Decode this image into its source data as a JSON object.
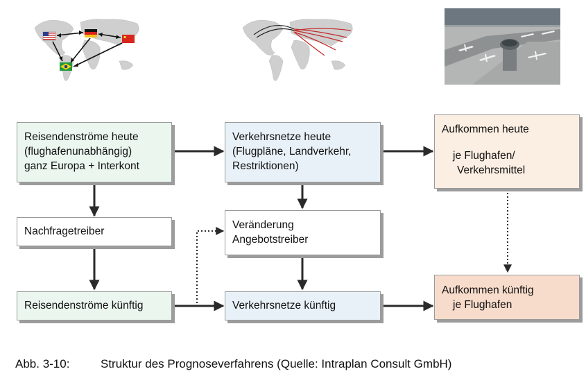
{
  "boxes": {
    "reisende_heute": [
      "Reisendenströme heute",
      "(flughafenunabhängig)",
      "ganz Europa + Interkont"
    ],
    "verkehrsnetze_heute": [
      "Verkehrsnetze heute",
      "(Flugpläne, Landverkehr,",
      "Restriktionen)"
    ],
    "aufkommen_heute": [
      "Aufkommen heute",
      "je Flughafen/",
      "Verkehrsmittel"
    ],
    "nachfragetreiber": "Nachfragetreiber",
    "veraenderung": [
      "Veränderung",
      "Angebotstreiber"
    ],
    "reisende_kuenftig": "Reisendenströme künftig",
    "verkehrsnetze_kuenftig": "Verkehrsnetze künftig",
    "aufkommen_kuenftig": [
      "Aufkommen künftig",
      "je Flughafen"
    ]
  },
  "caption": {
    "number": "Abb. 3-10:",
    "text": "Struktur des Prognoseverfahrens (Quelle: Intraplan Consult GmbH)"
  },
  "images": {
    "map_flows": "world-map-country-flows",
    "map_routes": "world-map-flight-routes",
    "airport_photo": "airport-aerial-photo"
  }
}
